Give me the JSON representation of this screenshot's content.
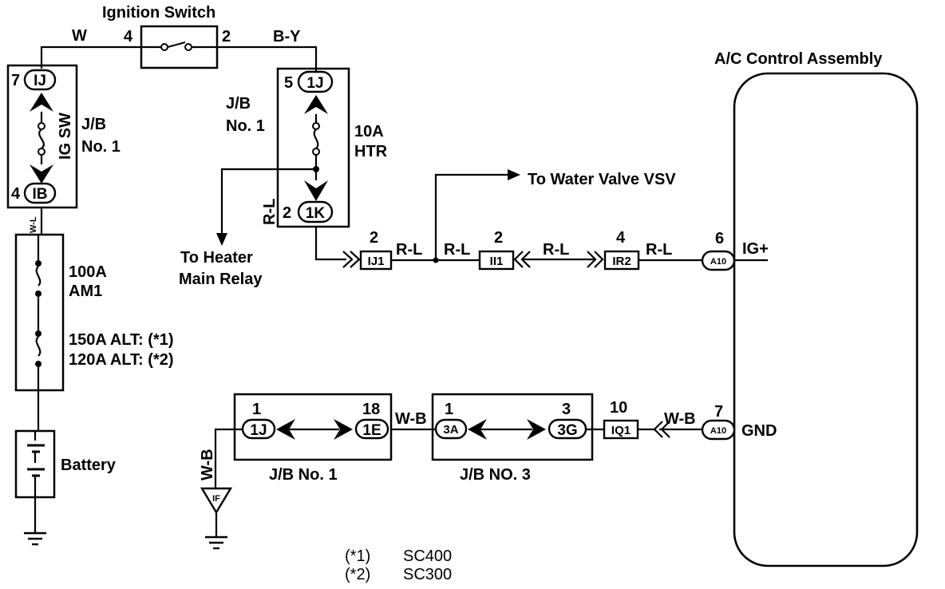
{
  "title": "A/C Control Assembly",
  "ignition_switch": {
    "label": "Ignition Switch",
    "pin_in": "4",
    "pin_out": "2"
  },
  "wires": {
    "w": "W",
    "by": "B-Y",
    "wl": "W-L",
    "rl_vertical": "R-L",
    "rl_1": "R-L",
    "rl_2": "R-L",
    "rl_3": "R-L",
    "rl_4": "R-L",
    "wb_1": "W-B",
    "wb_2": "W-B",
    "wb_ground": "W-B"
  },
  "jb1_left": {
    "label": "J/B\nNo. 1",
    "fuse": "IG SW",
    "top_pin": "7",
    "top_conn": "IJ",
    "bottom_pin": "4",
    "bottom_conn": "IB"
  },
  "jb1_mid": {
    "label": "J/B\nNo. 1",
    "fuse": "10A\nHTR",
    "top_pin": "5",
    "top_conn": "1J",
    "bottom_pin": "2",
    "bottom_conn": "1K"
  },
  "fusible_links": {
    "am1": "100A\nAM1",
    "alt1": "150A ALT: (*1)",
    "alt2": "120A ALT: (*2)"
  },
  "battery": "Battery",
  "to_heater": "To Heater\nMain Relay",
  "to_water_valve": "To Water Valve VSV",
  "ig_connectors": [
    {
      "pin": "2",
      "label": "IJ1"
    },
    {
      "pin": "2",
      "label": "II1"
    },
    {
      "pin": "4",
      "label": "IR2"
    },
    {
      "pin": "6",
      "label": "A10"
    }
  ],
  "ig_plus": "IG+",
  "gnd_row": {
    "jb1_bottom": {
      "label": "J/B No. 1",
      "pin_a": "1",
      "conn_a": "1J",
      "pin_b": "18",
      "conn_b": "1E"
    },
    "jb3": {
      "label": "J/B NO. 3",
      "pin_a": "1",
      "conn_a": "3A",
      "pin_b": "3",
      "conn_b": "3G"
    },
    "iq1": {
      "pin": "10",
      "label": "IQ1"
    },
    "a10": {
      "pin": "7",
      "label": "A10"
    },
    "gnd": "GND",
    "ground_point": "IF"
  },
  "notes": [
    {
      "key": "(*1)",
      "value": "SC400"
    },
    {
      "key": "(*2)",
      "value": "SC300"
    }
  ]
}
